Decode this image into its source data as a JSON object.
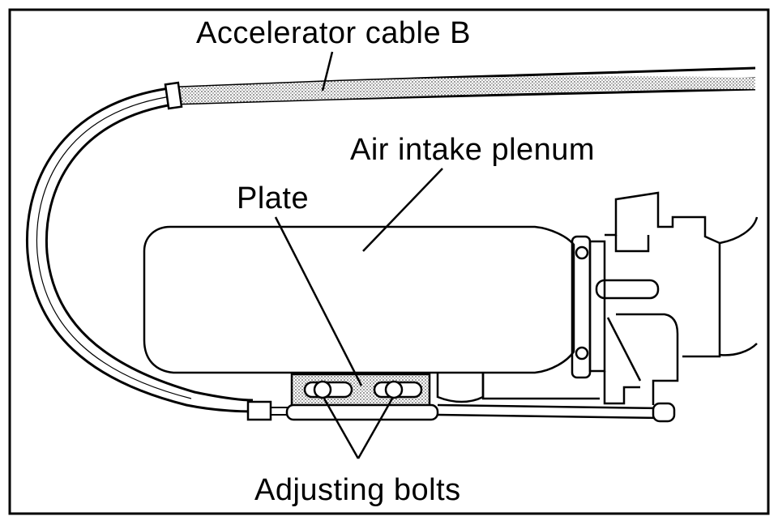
{
  "labels": {
    "accelerator_cable": "Accelerator cable B",
    "air_intake_plenum": "Air intake plenum",
    "plate": "Plate",
    "adjusting_bolts": "Adjusting bolts"
  },
  "colors": {
    "line": "#000000",
    "background": "#ffffff",
    "shading": "#bdbdbd"
  }
}
